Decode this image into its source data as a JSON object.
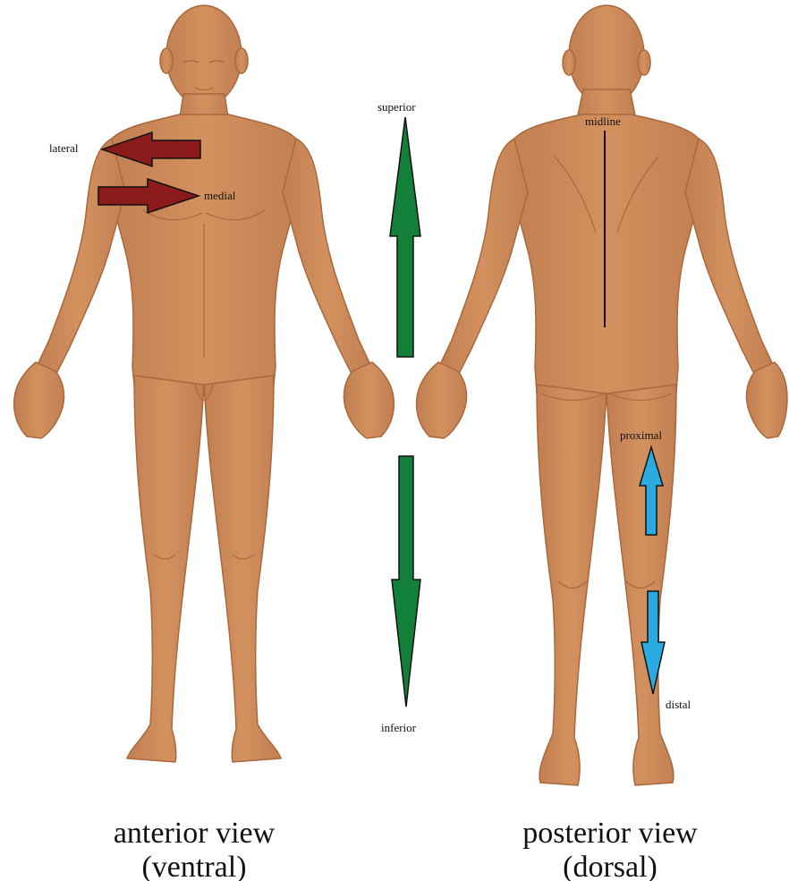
{
  "labels": {
    "lateral": "lateral",
    "medial": "medial",
    "superior": "superior",
    "inferior": "inferior",
    "midline": "midline",
    "proximal": "proximal",
    "distal": "distal"
  },
  "captions": {
    "anterior_line1": "anterior view",
    "anterior_line2": "(ventral)",
    "posterior_line1": "posterior view",
    "posterior_line2": "(dorsal)"
  },
  "colors": {
    "skin": "#cd8a5c",
    "skin_outline": "#a9683d",
    "lateral_medial_arrow": "#8b1a1a",
    "superior_inferior_arrow": "#13803a",
    "proximal_distal_arrow": "#29abe2",
    "midline": "#111111"
  }
}
